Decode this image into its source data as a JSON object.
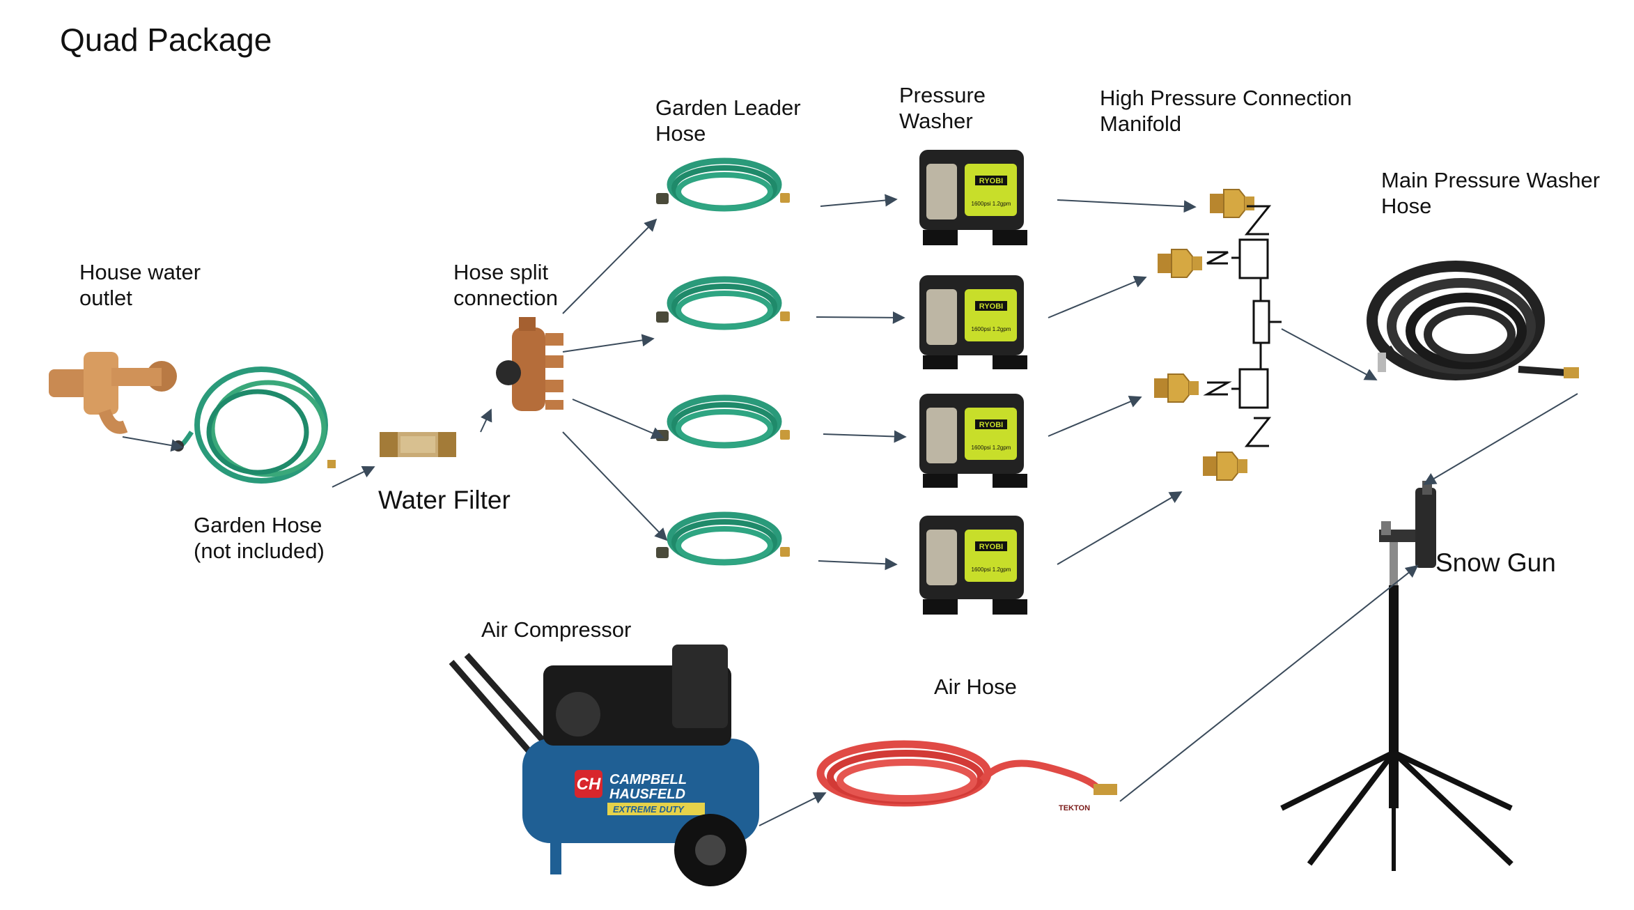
{
  "title": "Quad Package",
  "labels": {
    "house_water_outlet": "House water\noutlet",
    "garden_hose": "Garden Hose\n(not included)",
    "water_filter": "Water Filter",
    "hose_split": "Hose split\nconnection",
    "garden_leader_hose": "Garden Leader\nHose",
    "pressure_washer": "Pressure\nWasher",
    "manifold": "High Pressure Connection\nManifold",
    "main_hose": "Main Pressure Washer\nHose",
    "snow_gun": "Snow Gun",
    "air_compressor": "Air Compressor",
    "air_hose": "Air Hose"
  },
  "washer_brand": "RYOBI",
  "washer_model": "1600psi 1.2gpm",
  "compressor_brand": [
    "CAMPBELL",
    "HAUSFELD"
  ],
  "compressor_tag": "EXTREME DUTY",
  "compressor_logo": "CH",
  "air_hose_brand": "TEKTON",
  "colors": {
    "garden_hose": "#2a9a7a",
    "brass": "#c89a3a",
    "washer_green": "#c8de2a",
    "compressor_blue": "#1f5f94",
    "air_hose_red": "#e04a45",
    "arrow": "#3a4a5a"
  }
}
